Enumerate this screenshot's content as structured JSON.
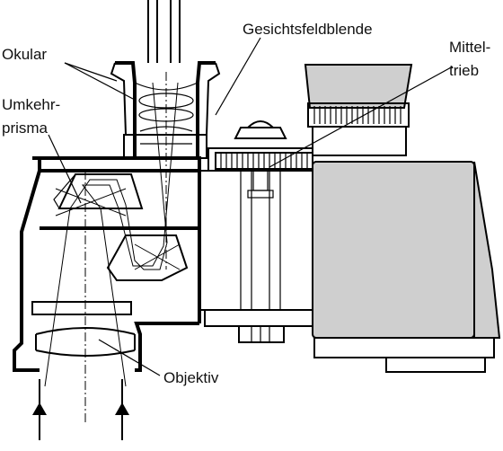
{
  "labels": {
    "okular": "Okular",
    "umkehrprisma_line1": "Umkehr-",
    "umkehrprisma_line2": "prisma",
    "gesichtsfeldblende": "Gesichtsfeldblende",
    "mitteltrieb_line1": "Mittel-",
    "mitteltrieb_line2": "trieb",
    "objektiv": "Objektiv"
  },
  "colors": {
    "line": "#000000",
    "barrel_fill": "#cfcfcf",
    "background": "#ffffff"
  }
}
